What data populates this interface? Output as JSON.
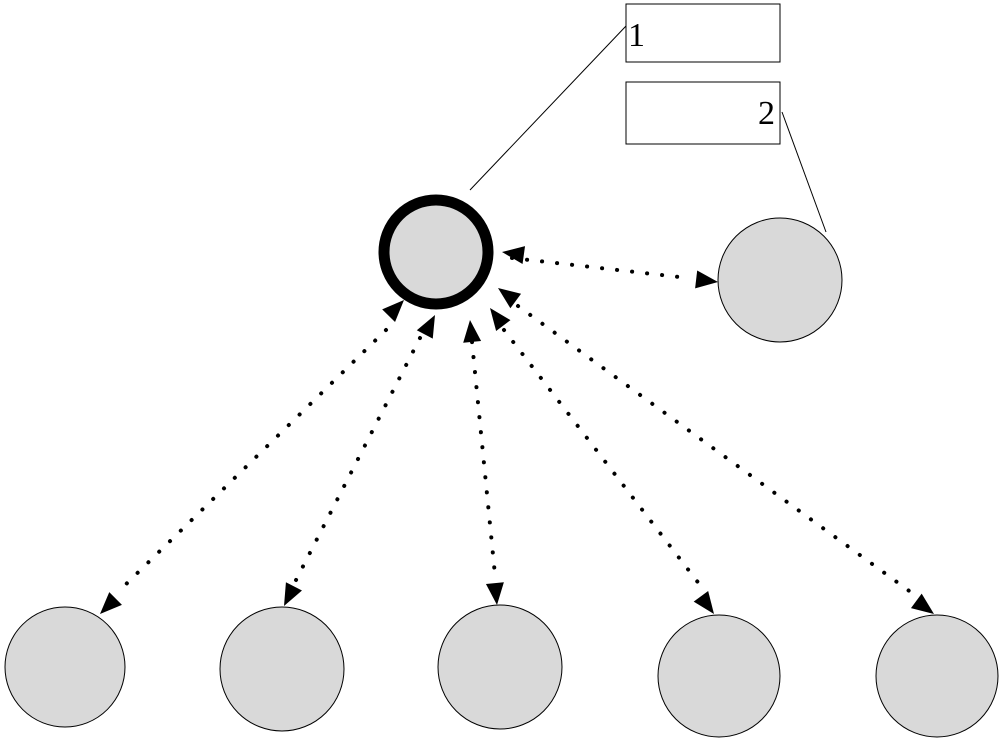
{
  "diagram": {
    "labels": {
      "one": "1",
      "two": "2"
    },
    "colors": {
      "node_fill": "#d9d9d9",
      "node_stroke": "#000000",
      "leader_line": "#000000",
      "arrow": "#000000"
    },
    "nodes": [
      {
        "id": "central-node",
        "role": "central"
      },
      {
        "id": "peer-node",
        "role": "peer"
      },
      {
        "id": "bottom-node-1",
        "role": "child"
      },
      {
        "id": "bottom-node-2",
        "role": "child"
      },
      {
        "id": "bottom-node-3",
        "role": "child"
      },
      {
        "id": "bottom-node-4",
        "role": "child"
      },
      {
        "id": "bottom-node-5",
        "role": "child"
      }
    ],
    "connections": [
      {
        "from": "central-node",
        "to": "peer-node",
        "style": "dotted",
        "arrows": "both"
      },
      {
        "from": "central-node",
        "to": "bottom-node-1",
        "style": "dotted",
        "arrows": "both"
      },
      {
        "from": "central-node",
        "to": "bottom-node-2",
        "style": "dotted",
        "arrows": "both"
      },
      {
        "from": "central-node",
        "to": "bottom-node-3",
        "style": "dotted",
        "arrows": "both"
      },
      {
        "from": "central-node",
        "to": "bottom-node-4",
        "style": "dotted",
        "arrows": "both"
      },
      {
        "from": "central-node",
        "to": "bottom-node-5",
        "style": "dotted",
        "arrows": "both"
      }
    ]
  }
}
